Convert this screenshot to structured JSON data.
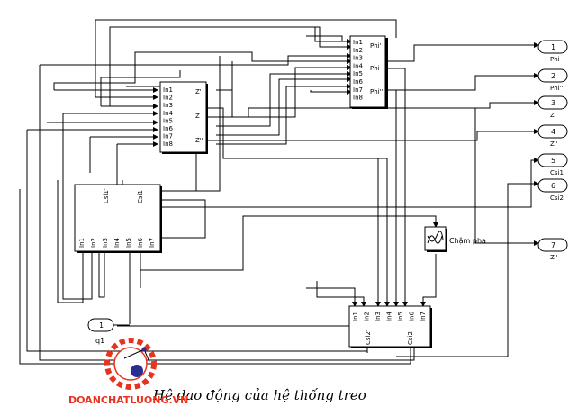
{
  "blocks": {
    "b1": {
      "inputs": [
        "In1",
        "In2",
        "In3",
        "In4",
        "In5",
        "In6",
        "In7",
        "In8"
      ],
      "outputs": [
        "Phi'",
        "Phi",
        "Phi''"
      ]
    },
    "b2": {
      "inputs": [
        "In1",
        "In2",
        "In3",
        "In4",
        "In5",
        "In6",
        "In7",
        "In8"
      ],
      "outputs": [
        "Z'",
        "Z",
        "Z''"
      ]
    },
    "b3": {
      "inputs": [
        "In1",
        "In2",
        "In3",
        "In4",
        "In5",
        "In6",
        "In7"
      ],
      "outputs": [
        "Csi1'",
        "Csi1"
      ]
    },
    "b4": {
      "inputs": [
        "In1",
        "In2",
        "In3",
        "In4",
        "In5",
        "In6",
        "In7"
      ],
      "outputs": [
        "Csi2'",
        "Csi2"
      ]
    }
  },
  "scope_label": "Chậm pha",
  "outports": [
    {
      "num": "1",
      "label": "Phi"
    },
    {
      "num": "2",
      "label": "Phi''"
    },
    {
      "num": "3",
      "label": "Z"
    },
    {
      "num": "4",
      "label": "Z''"
    },
    {
      "num": "5",
      "label": "Csi1"
    },
    {
      "num": "6",
      "label": "Csi2"
    },
    {
      "num": "7",
      "label": "Z''"
    }
  ],
  "inport": {
    "num": "1",
    "label": "q1"
  },
  "caption": "Hệ dao động của hệ thống treo",
  "watermark": "DOANCHATLUONG.VN",
  "colors": {
    "line": "#000000",
    "background": "#ffffff",
    "watermark": "#e8331f"
  }
}
